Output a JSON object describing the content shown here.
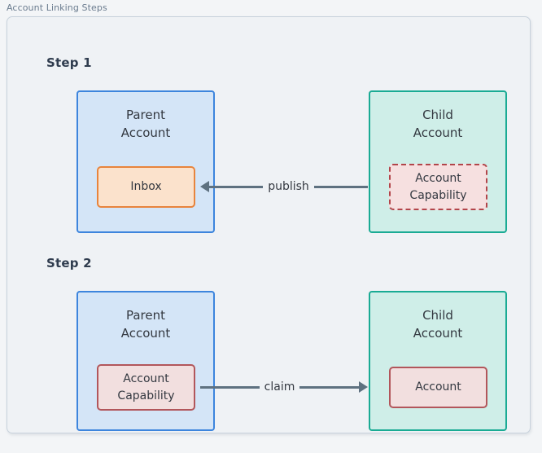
{
  "panel": {
    "title": "Account Linking Steps",
    "frame_border_color": "#c8d2dc",
    "background_color": "#eff2f5"
  },
  "steps": [
    {
      "label": "Step 1",
      "parent": {
        "title": "Parent\nAccount",
        "border_color": "#3d85dd",
        "fill_color": "#d4e5f7",
        "node": {
          "label": "Inbox",
          "border_color": "#e8843c",
          "fill_color": "#fbe2cc",
          "border_style": "solid"
        }
      },
      "child": {
        "title": "Child\nAccount",
        "border_color": "#1aab94",
        "fill_color": "#cfeee8",
        "node": {
          "label": "Account\nCapability",
          "border_color": "#b2454a",
          "fill_color": "#f6e0e0",
          "border_style": "dashed"
        }
      },
      "arrow": {
        "label": "publish",
        "direction": "left",
        "color": "#5e7180"
      }
    },
    {
      "label": "Step 2",
      "parent": {
        "title": "Parent\nAccount",
        "border_color": "#3d85dd",
        "fill_color": "#d4e5f7",
        "node": {
          "label": "Account\nCapability",
          "border_color": "#b2565b",
          "fill_color": "#f2dfdf",
          "border_style": "solid"
        }
      },
      "child": {
        "title": "Child\nAccount",
        "border_color": "#1aab94",
        "fill_color": "#cfeee8",
        "node": {
          "label": "Account",
          "border_color": "#b2565b",
          "fill_color": "#f2dfdf",
          "border_style": "solid"
        }
      },
      "arrow": {
        "label": "claim",
        "direction": "right",
        "color": "#5e7180"
      }
    }
  ]
}
